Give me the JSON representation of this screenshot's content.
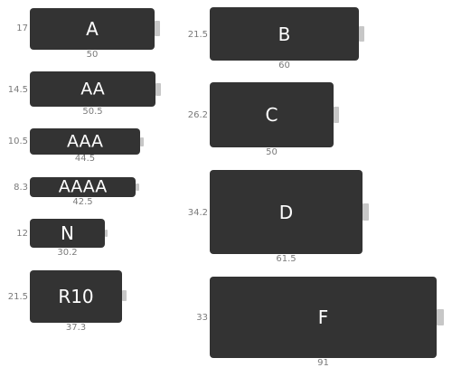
{
  "batteries": [
    {
      "id": "a",
      "name": "A",
      "width_label": "17",
      "length_label": "50"
    },
    {
      "id": "b",
      "name": "B",
      "width_label": "21.5",
      "length_label": "60"
    },
    {
      "id": "aa",
      "name": "AA",
      "width_label": "14.5",
      "length_label": "50.5"
    },
    {
      "id": "c",
      "name": "C",
      "width_label": "26.2",
      "length_label": "50"
    },
    {
      "id": "aaa",
      "name": "AAA",
      "width_label": "10.5",
      "length_label": "44.5"
    },
    {
      "id": "d",
      "name": "D",
      "width_label": "34.2",
      "length_label": "61.5"
    },
    {
      "id": "aaaa",
      "name": "AAAA",
      "width_label": "8.3",
      "length_label": "42.5"
    },
    {
      "id": "n",
      "name": "N",
      "width_label": "12",
      "length_label": "30.2"
    },
    {
      "id": "r10",
      "name": "R10",
      "width_label": "21.5",
      "length_label": "37.3"
    },
    {
      "id": "f",
      "name": "F",
      "width_label": "33",
      "length_label": "91"
    }
  ],
  "colors": {
    "body": "#333333",
    "terminal": "#c7c7c7",
    "label_text": "#ffffff",
    "dimension_text": "#7a7a7a"
  }
}
